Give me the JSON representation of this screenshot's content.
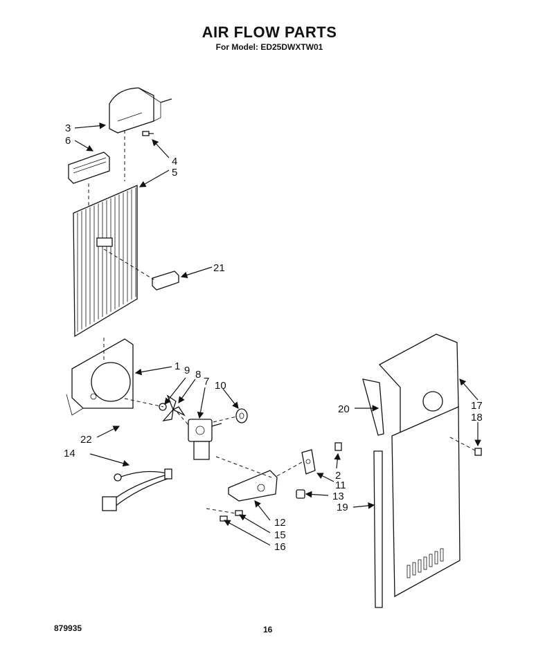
{
  "header": {
    "title": "AIR FLOW PARTS",
    "model_line": "For Model: ED25DWXTW01"
  },
  "footer": {
    "doc_number": "879935",
    "page_number": "16"
  },
  "callouts": [
    "1",
    "2",
    "3",
    "4",
    "5",
    "6",
    "7",
    "8",
    "9",
    "10",
    "11",
    "12",
    "13",
    "14",
    "15",
    "16",
    "17",
    "18",
    "19",
    "20",
    "21",
    "22"
  ]
}
